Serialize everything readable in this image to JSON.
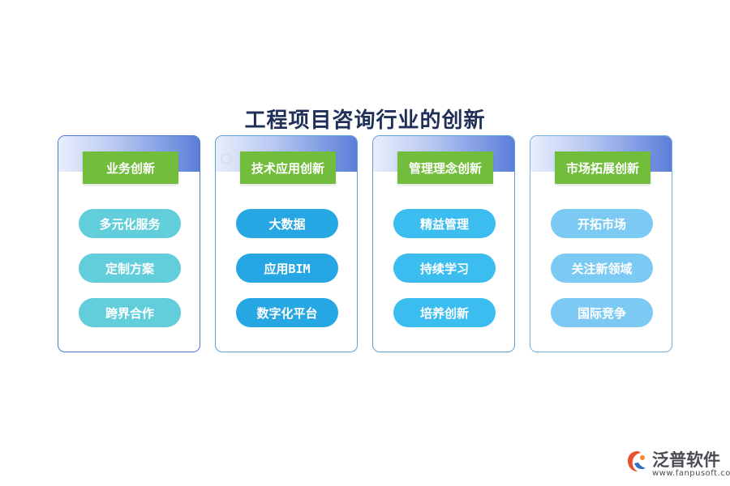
{
  "title": "工程项目咨询行业的创新",
  "columns": [
    {
      "header": "业务创新",
      "items": [
        "多元化服务",
        "定制方案",
        "跨界合作"
      ]
    },
    {
      "header": "技术应用创新",
      "items": [
        "大数据",
        "应用BIM",
        "数字化平台"
      ]
    },
    {
      "header": "管理理念创新",
      "items": [
        "精益管理",
        "持续学习",
        "培养创新"
      ]
    },
    {
      "header": "市场拓展创新",
      "items": [
        "开拓市场",
        "关注新领域",
        "国际竞争"
      ]
    }
  ],
  "colors": {
    "header_bg": "#73bd3c",
    "title": "#1f2f57",
    "pill_col1": "#62cddb",
    "pill_col2": "#26a6e2",
    "pill_col3": "#3bbdf0",
    "pill_col4": "#7ccaf3"
  },
  "watermark": {
    "icon": "fanpu-logo-mark",
    "text": "泛普软件"
  },
  "logo": {
    "icon": "fanpu-logo-icon",
    "name": "泛普软件",
    "url": "www.fanpusoft.com"
  }
}
